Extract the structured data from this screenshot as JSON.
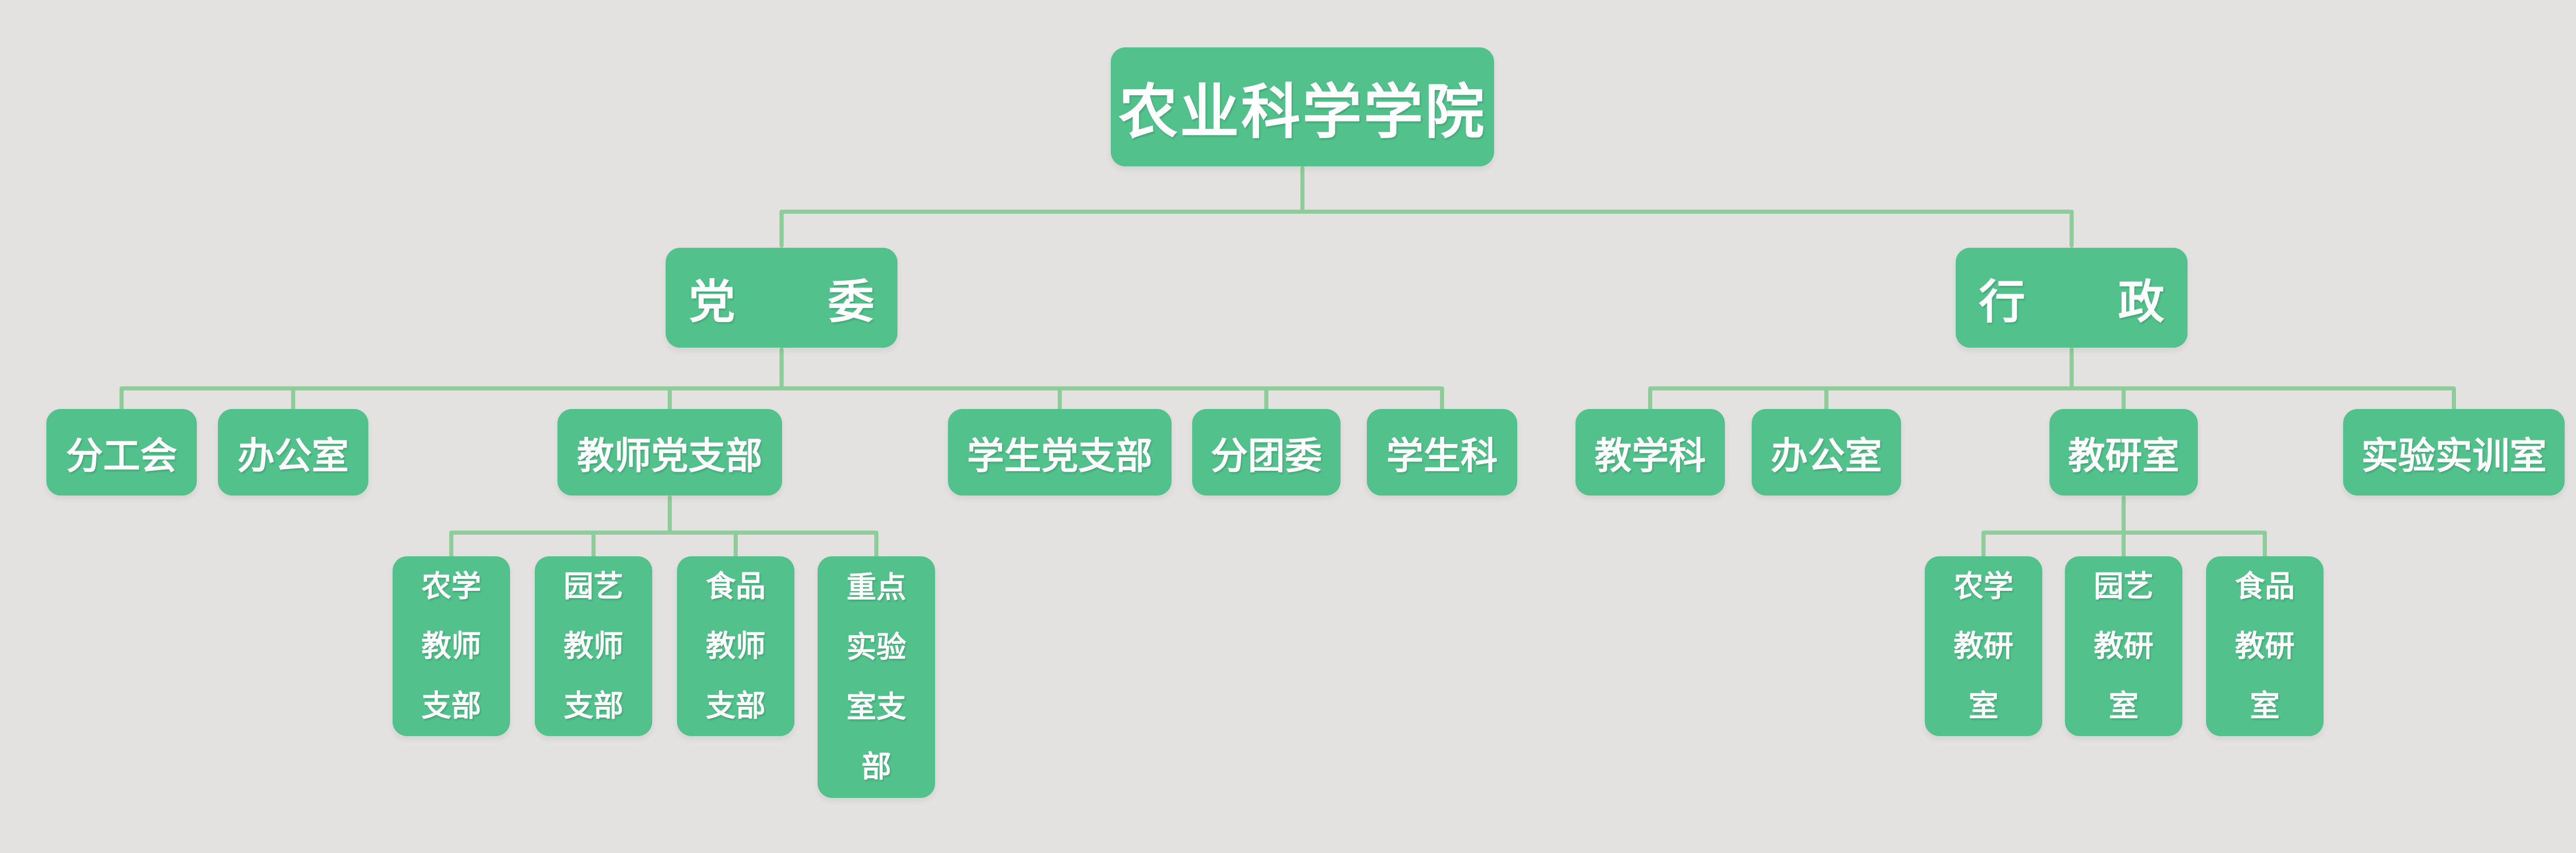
{
  "palette": {
    "background": "#e3e2e1",
    "node_green": "#52c18b",
    "line_green": "#8ecd9b",
    "node_text": "#ffffff"
  },
  "diagram_type": "org-chart",
  "tree": {
    "label": "农业科学学院",
    "children": [
      {
        "label": "党委",
        "children": [
          {
            "label": "分工会"
          },
          {
            "label": "办公室"
          },
          {
            "label": "教师党支部",
            "children": [
              {
                "label": "农学教师支部"
              },
              {
                "label": "园艺教师支部"
              },
              {
                "label": "食品教师支部"
              },
              {
                "label": "重点实验室支部"
              }
            ]
          },
          {
            "label": "学生党支部"
          },
          {
            "label": "分团委"
          },
          {
            "label": "学生科"
          }
        ]
      },
      {
        "label": "行政",
        "children": [
          {
            "label": "教学科"
          },
          {
            "label": "办公室"
          },
          {
            "label": "教研室",
            "children": [
              {
                "label": "农学教研室"
              },
              {
                "label": "园艺教研室"
              },
              {
                "label": "食品教研室"
              }
            ]
          },
          {
            "label": "实验实训室"
          }
        ]
      }
    ]
  }
}
